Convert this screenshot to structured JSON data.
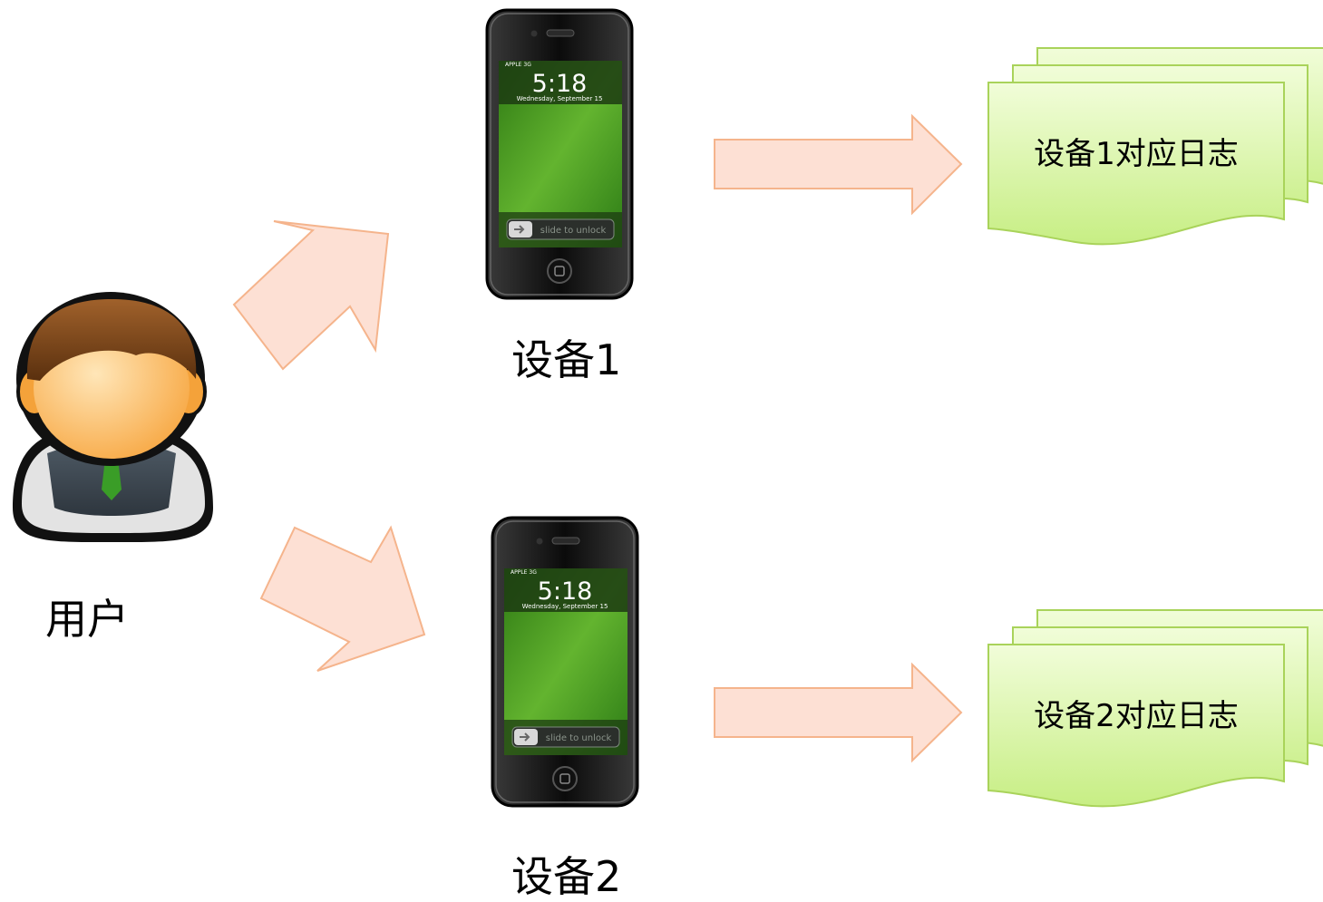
{
  "colors": {
    "arrow_fill": "#fde0d4",
    "arrow_stroke": "#f5b48c",
    "doc_fill_light": "#eafbc8",
    "doc_fill_dark": "#c7ee84",
    "doc_stroke": "#a9d35a",
    "screen_green": "#3f9322"
  },
  "user": {
    "label": "用户"
  },
  "devices": [
    {
      "label": "设备1",
      "screen": {
        "carrier": "APPLE 3G",
        "time": "5:18",
        "date": "Wednesday, September 15",
        "slider": "slide to unlock"
      },
      "log": {
        "label": "设备1对应日志"
      }
    },
    {
      "label": "设备2",
      "screen": {
        "carrier": "APPLE 3G",
        "time": "5:18",
        "date": "Wednesday, September 15",
        "slider": "slide to unlock"
      },
      "log": {
        "label": "设备2对应日志"
      }
    }
  ]
}
